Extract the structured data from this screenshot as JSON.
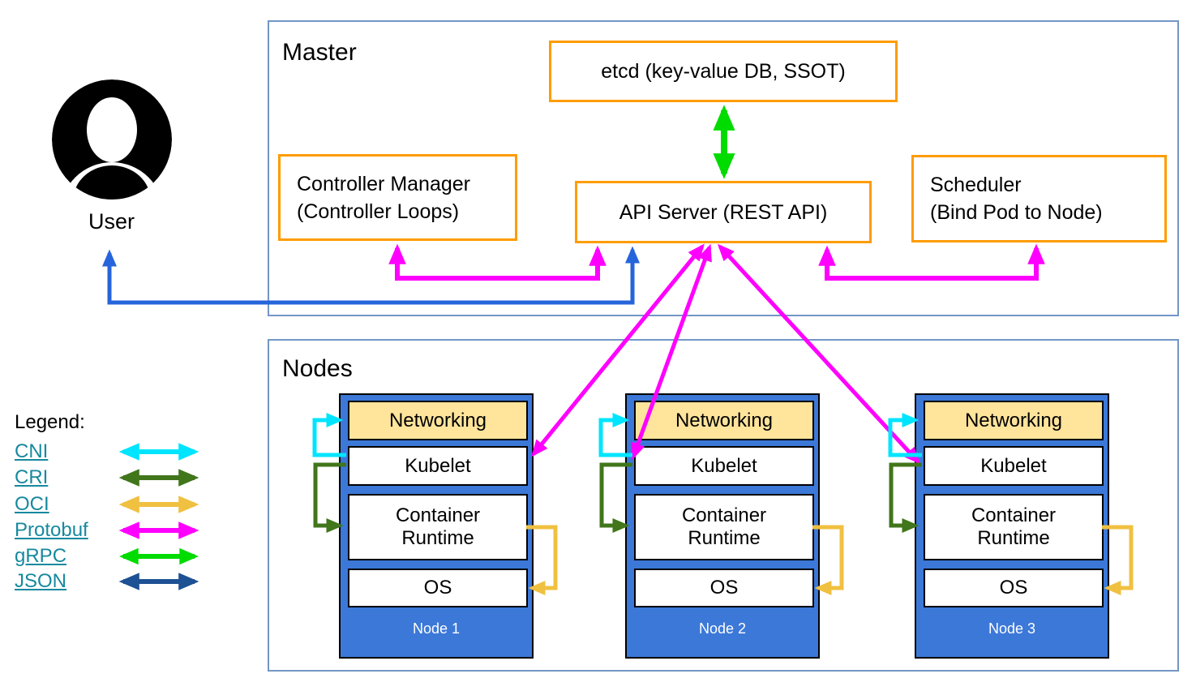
{
  "user": {
    "label": "User"
  },
  "master": {
    "title": "Master",
    "boxes": {
      "etcd": "etcd (key-value DB, SSOT)",
      "api_server": "API Server (REST API)",
      "controller_manager_line1": "Controller Manager",
      "controller_manager_line2": "(Controller Loops)",
      "scheduler_line1": "Scheduler",
      "scheduler_line2": "(Bind Pod to Node)"
    }
  },
  "nodes": {
    "title": "Nodes",
    "layers": {
      "networking": "Networking",
      "kubelet": "Kubelet",
      "container_runtime": "Container Runtime",
      "os": "OS"
    },
    "items": [
      {
        "label": "Node 1"
      },
      {
        "label": "Node 2"
      },
      {
        "label": "Node 3"
      }
    ]
  },
  "legend": {
    "title": "Legend:",
    "items": [
      {
        "label": "CNI",
        "color": "#00E5FF"
      },
      {
        "label": "CRI",
        "color": "#41761B"
      },
      {
        "label": "OCI",
        "color": "#F0C040"
      },
      {
        "label": "Protobuf",
        "color": "#FF00FF"
      },
      {
        "label": "gRPC",
        "color": "#00DB00"
      },
      {
        "label": "JSON",
        "color": "#1E5194"
      }
    ]
  },
  "colors": {
    "section_border": "#7396C5",
    "component_border": "#FF9C00",
    "node_fill": "#3C78D8",
    "networking_fill": "#FFE49B",
    "user_api_arrow": "#2664DB",
    "link_text": "#17899E"
  }
}
